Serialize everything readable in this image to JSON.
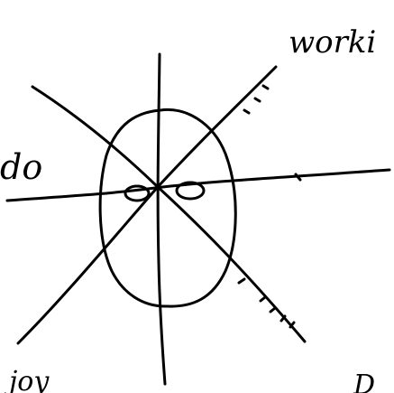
{
  "diagram": {
    "description_type": "hand-drawn radial sketch",
    "labels": {
      "top_right": "worki",
      "left": "do",
      "bottom_left": "joy",
      "bottom_right": "D"
    },
    "ink_color": "#000000",
    "background_color": "#ffffff"
  }
}
